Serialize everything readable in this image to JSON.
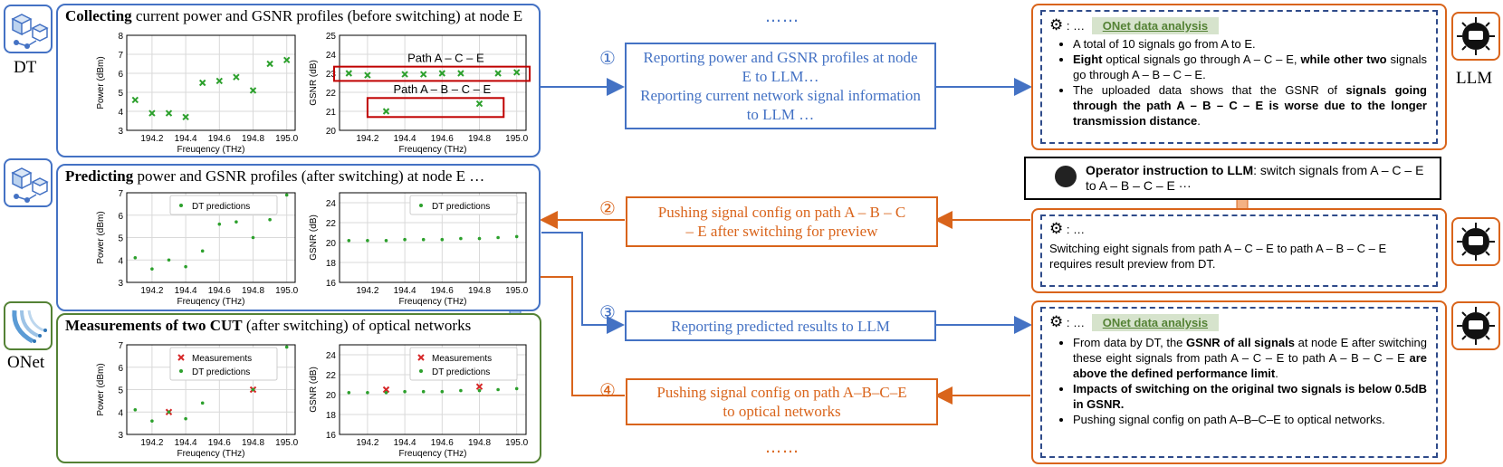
{
  "icons": {
    "dt_label": "DT",
    "onet_label": "ONet",
    "llm_label": "LLM"
  },
  "panels": {
    "collecting": {
      "bold": "Collecting",
      "rest": " current power and GSNR profiles (before switching) at node E"
    },
    "predicting": {
      "bold": "Predicting",
      "rest": " power and GSNR profiles (after switching) at node E …"
    },
    "measuring": {
      "bold": "Measurements of two CUT",
      "rest": " (after switching) of optical networks"
    }
  },
  "flow": {
    "step1": {
      "num": "①",
      "line1": "Reporting power and GSNR profiles at node",
      "line2": "E to LLM…",
      "line3": "Reporting current network signal information",
      "line4": "to LLM …"
    },
    "step2": {
      "num": "②",
      "line1": "Pushing signal config on path  A – B – C",
      "line2": "– E after switching for preview"
    },
    "step3": {
      "num": "③",
      "line1": "Reporting predicted results to LLM"
    },
    "step4": {
      "num": "④",
      "line1": "Pushing signal config on path  A–B–C–E",
      "line2": "to optical networks"
    },
    "ellipsis_top": "……",
    "ellipsis_bottom": "……"
  },
  "llm1": {
    "prefix": ": …",
    "tag": "ONet data analysis",
    "b1": "A total of 10 signals go from A to E.",
    "b2_bold1": "Eight",
    "b2_mid": " optical signals go through A – C – E, ",
    "b2_bold2": "while other two",
    "b2_end": " signals go through A – B – C – E.",
    "b3_start": "The uploaded data shows that the GSNR of ",
    "b3_bold": "signals going through the path A – B – C – E is worse due to the longer transmission distance",
    "b3_end": "."
  },
  "operator": {
    "bold": "Operator instruction to LLM",
    "rest": ": switch signals from A – C – E",
    "line2": "to A – B – C – E ···"
  },
  "llm2": {
    "prefix": ": …",
    "text": "Switching eight signals from path A – C – E to path A – B – C – E requires result preview from DT."
  },
  "llm3": {
    "prefix": ": …",
    "tag": "ONet data analysis",
    "b1_start": "From data by DT, the ",
    "b1_bold": "GSNR of all signals",
    "b1_mid": " at node E after switching these eight signals from path A – C – E to path A – B – C – E ",
    "b1_bold2": "are above the defined performance limit",
    "b1_end": ".",
    "b2": "Impacts of switching on the original two signals is below 0.5dB in GSNR.",
    "b3": "Pushing signal config on path  A–B–C–E to optical networks."
  },
  "chart_data": [
    {
      "type": "scatter",
      "name": "power-before",
      "xlabel": "Freuqency (THz)",
      "ylabel": "Power (dBm)",
      "xlim": [
        194.05,
        195.05
      ],
      "ylim": [
        3,
        8
      ],
      "xticks": [
        "194.2",
        "194.4",
        "194.6",
        "194.8",
        "195.0"
      ],
      "yticks": [
        3,
        4,
        5,
        6,
        7,
        8
      ],
      "series": [
        {
          "marker": "x",
          "color": "#2ca02c",
          "x": [
            194.1,
            194.2,
            194.3,
            194.4,
            194.5,
            194.6,
            194.7,
            194.8,
            194.9,
            195.0
          ],
          "y": [
            4.6,
            3.9,
            3.9,
            3.7,
            5.5,
            5.6,
            5.8,
            5.1,
            6.5,
            6.7
          ]
        }
      ]
    },
    {
      "type": "scatter",
      "name": "gsnr-before",
      "xlabel": "Freuqency (THz)",
      "ylabel": "GSNR (dB)",
      "xlim": [
        194.05,
        195.05
      ],
      "ylim": [
        20,
        25
      ],
      "xticks": [
        "194.2",
        "194.4",
        "194.6",
        "194.8",
        "195.0"
      ],
      "yticks": [
        20,
        21,
        22,
        23,
        24,
        25
      ],
      "annotations": [
        "Path A – C – E",
        "Path A – B – C – E"
      ],
      "series": [
        {
          "marker": "x",
          "color": "#2ca02c",
          "x": [
            194.1,
            194.2,
            194.3,
            194.4,
            194.5,
            194.6,
            194.7,
            194.8,
            194.9,
            195.0
          ],
          "y": [
            23.0,
            22.9,
            21.0,
            22.95,
            22.95,
            23.0,
            23.0,
            21.4,
            23.0,
            23.05
          ]
        }
      ]
    },
    {
      "type": "scatter",
      "name": "power-pred",
      "xlabel": "Freuqency (THz)",
      "ylabel": "Power (dBm)",
      "xlim": [
        194.05,
        195.05
      ],
      "ylim": [
        3,
        7
      ],
      "xticks": [
        "194.2",
        "194.4",
        "194.6",
        "194.8",
        "195.0"
      ],
      "yticks": [
        3,
        4,
        5,
        6,
        7
      ],
      "series": [
        {
          "name": "DT predictions",
          "marker": "dot",
          "color": "#2ca02c",
          "x": [
            194.1,
            194.2,
            194.3,
            194.4,
            194.5,
            194.6,
            194.7,
            194.8,
            194.9,
            195.0
          ],
          "y": [
            4.1,
            3.6,
            4.0,
            3.7,
            4.4,
            5.6,
            5.7,
            5.0,
            5.8,
            6.9
          ]
        }
      ]
    },
    {
      "type": "scatter",
      "name": "gsnr-pred",
      "xlabel": "Freuqency (THz)",
      "ylabel": "GSNR (dB)",
      "xlim": [
        194.05,
        195.05
      ],
      "ylim": [
        16,
        25
      ],
      "xticks": [
        "194.2",
        "194.4",
        "194.6",
        "194.8",
        "195.0"
      ],
      "yticks": [
        16,
        18,
        20,
        22,
        24
      ],
      "series": [
        {
          "name": "DT predictions",
          "marker": "dot",
          "color": "#2ca02c",
          "x": [
            194.1,
            194.2,
            194.3,
            194.4,
            194.5,
            194.6,
            194.7,
            194.8,
            194.9,
            195.0
          ],
          "y": [
            20.2,
            20.2,
            20.2,
            20.3,
            20.3,
            20.3,
            20.4,
            20.4,
            20.5,
            20.6
          ]
        }
      ]
    },
    {
      "type": "scatter",
      "name": "power-meas",
      "xlabel": "Freuqency (THz)",
      "ylabel": "Power (dBm)",
      "xlim": [
        194.05,
        195.05
      ],
      "ylim": [
        3,
        7
      ],
      "xticks": [
        "194.2",
        "194.4",
        "194.6",
        "194.8",
        "195.0"
      ],
      "yticks": [
        3,
        4,
        5,
        6,
        7
      ],
      "series": [
        {
          "name": "Measurements",
          "marker": "x",
          "color": "#d62728",
          "x": [
            194.3,
            194.8
          ],
          "y": [
            4.0,
            5.0
          ]
        },
        {
          "name": "DT predictions",
          "marker": "dot",
          "color": "#2ca02c",
          "x": [
            194.1,
            194.2,
            194.3,
            194.4,
            194.5,
            194.6,
            194.7,
            194.8,
            194.9,
            195.0
          ],
          "y": [
            4.1,
            3.6,
            4.0,
            3.7,
            4.4,
            5.6,
            5.7,
            5.0,
            5.8,
            6.9
          ]
        }
      ]
    },
    {
      "type": "scatter",
      "name": "gsnr-meas",
      "xlabel": "Freuqency (THz)",
      "ylabel": "GSNR (dB)",
      "xlim": [
        194.05,
        195.05
      ],
      "ylim": [
        16,
        25
      ],
      "xticks": [
        "194.2",
        "194.4",
        "194.6",
        "194.8",
        "195.0"
      ],
      "yticks": [
        16,
        18,
        20,
        22,
        24
      ],
      "series": [
        {
          "name": "Measurements",
          "marker": "x",
          "color": "#d62728",
          "x": [
            194.3,
            194.8
          ],
          "y": [
            20.5,
            20.8
          ]
        },
        {
          "name": "DT predictions",
          "marker": "dot",
          "color": "#2ca02c",
          "x": [
            194.1,
            194.2,
            194.3,
            194.4,
            194.5,
            194.6,
            194.7,
            194.8,
            194.9,
            195.0
          ],
          "y": [
            20.2,
            20.2,
            20.2,
            20.3,
            20.3,
            20.3,
            20.4,
            20.4,
            20.5,
            20.6
          ]
        }
      ]
    }
  ],
  "colors": {
    "blue": "#4472c4",
    "orange": "#d9641b",
    "green": "#548235",
    "red": "#c00000",
    "navy": "#2f4b8a"
  }
}
